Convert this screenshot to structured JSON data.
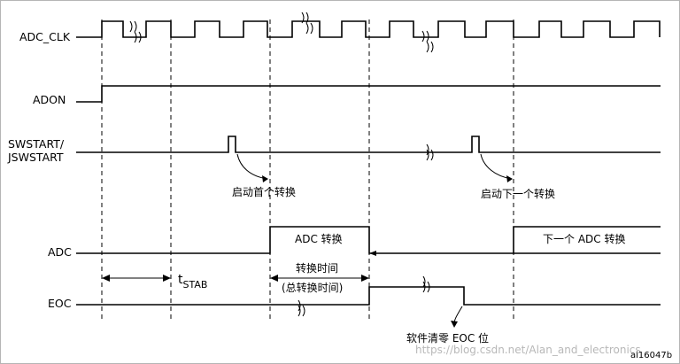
{
  "signals": {
    "adc_clk": "ADC_CLK",
    "adon": "ADON",
    "swstart_line1": "SWSTART/",
    "swstart_line2": "JSWSTART",
    "adc": "ADC",
    "eoc": "EOC"
  },
  "annotations": {
    "start_first_conversion": "启动首个转换",
    "start_next_conversion": "启动下一个转换",
    "adc_conversion": "ADC 转换",
    "next_adc_conversion": "下一个 ADC 转换",
    "t_prefix": "t",
    "t_subscript": "STAB",
    "conversion_time": "转换时间",
    "total_conversion_time": "(总转换时间)",
    "software_clear_eoc": "软件清零 EOC 位"
  },
  "figure_id": "ai16047b",
  "watermark": "https://blog.csdn.net/Alan_and_electronics"
}
